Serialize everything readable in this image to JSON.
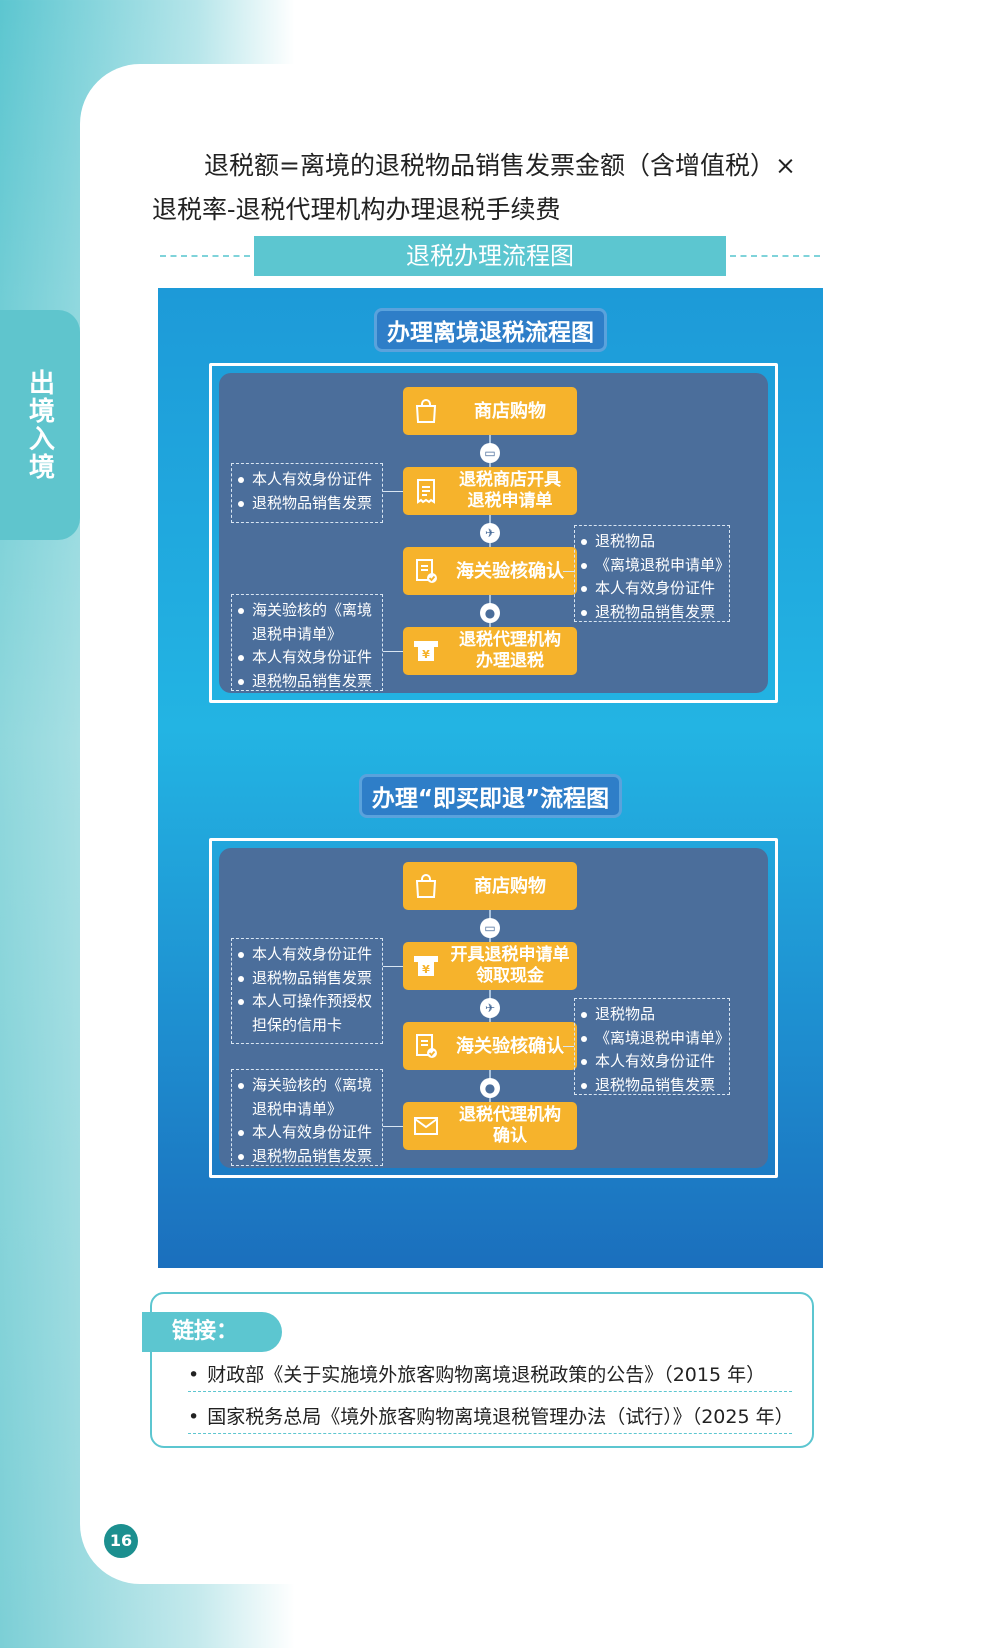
{
  "side_tab": "出境入境",
  "formula": {
    "line1": "退税额=离境的退税物品销售发票金额（含增值税）×",
    "line2": "退税率-退税代理机构办理退税手续费"
  },
  "section_title": "退税办理流程图",
  "flow1": {
    "title": "办理离境退税流程图",
    "steps": [
      {
        "label": "商店购物",
        "icon": "shopping-bag-icon"
      },
      {
        "label": "退税商店开具\n退税申请单",
        "icon": "receipt-icon"
      },
      {
        "label": "海关验核确认",
        "icon": "document-check-icon"
      },
      {
        "label": "退税代理机构\n办理退税",
        "icon": "yuan-refund-icon"
      }
    ],
    "connectors": [
      "computer-icon",
      "airplane-icon",
      "officer-icon"
    ],
    "box_left_1": [
      "本人有效身份证件",
      "退税物品销售发票"
    ],
    "box_right": [
      "退税物品",
      "《离境退税申请单》",
      "本人有效身份证件",
      "退税物品销售发票"
    ],
    "box_left_2": [
      "海关验核的《离境",
      "退税申请单》",
      "本人有效身份证件",
      "退税物品销售发票"
    ]
  },
  "flow2": {
    "title": "办理“即买即退”流程图",
    "steps": [
      {
        "label": "商店购物",
        "icon": "shopping-bag-icon"
      },
      {
        "label": "开具退税申请单\n领取现金",
        "icon": "cash-icon"
      },
      {
        "label": "海关验核确认",
        "icon": "document-check-icon"
      },
      {
        "label": "退税代理机构\n确认",
        "icon": "envelope-icon"
      }
    ],
    "connectors": [
      "computer-icon",
      "airplane-icon",
      "officer-icon"
    ],
    "box_left_1": [
      "本人有效身份证件",
      "退税物品销售发票",
      "本人可操作预授权",
      "担保的信用卡"
    ],
    "box_right": [
      "退税物品",
      "《离境退税申请单》",
      "本人有效身份证件",
      "退税物品销售发票"
    ],
    "box_left_2": [
      "海关验核的《离境",
      "退税申请单》",
      "本人有效身份证件",
      "退税物品销售发票"
    ]
  },
  "links": {
    "tag": "链接：",
    "items": [
      "财政部《关于实施境外旅客购物离境退税政策的公告》（2015 年）",
      "国家税务总局《境外旅客购物离境退税管理办法（试行）》（2025 年）"
    ]
  },
  "page_number": "16",
  "colors": {
    "accent": "#5cc6d0",
    "step_orange": "#f6b32c",
    "panel_blue": "#1d9ad8",
    "inner_blue": "#4b6e9b"
  }
}
